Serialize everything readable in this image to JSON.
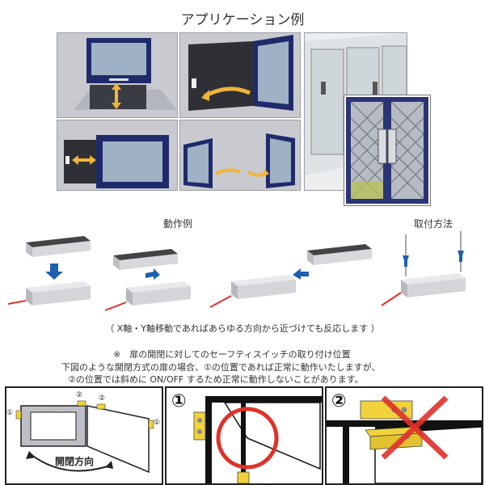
{
  "title": "アプリケーション例",
  "sections": {
    "operation_label": "動作例",
    "mounting_label": "取付方法"
  },
  "axis_note": "（ X軸・Y軸移動であればあらゆる方向から近づけても反応します ）",
  "caution": {
    "heading": "※　扉の開閉に対してのセーフティスイッチの取り付け位置",
    "line1": "下図のような開閉方式の扉の場合、①の位置であれば正常に動作いたしますが、",
    "line2": "②の位置では斜めに ON/OFF するため正常に動作しないことがあります。"
  },
  "diagram": {
    "marker1": "①",
    "marker2": "②",
    "direction_label": "開閉方向"
  },
  "colors": {
    "frame_navy": "#1f2a6b",
    "arrow_yellow": "#f0b43a",
    "ok_red": "#e0312a",
    "ng_red": "#e0312a",
    "sensor_yellow": "#f2d23a"
  }
}
